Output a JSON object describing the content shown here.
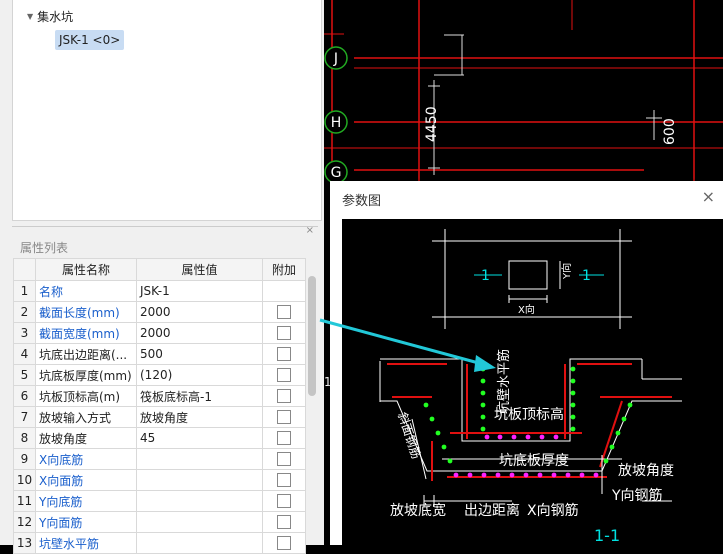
{
  "tree": {
    "root_label": "集水坑",
    "child_label": "JSK-1 <0>"
  },
  "properties": {
    "panel_title": "属性列表",
    "close_glyph": "×",
    "columns": [
      "属性名称",
      "属性值",
      "附加"
    ],
    "rows": [
      {
        "num": "1",
        "name": "名称",
        "value": "JSK-1",
        "blue": true,
        "checkbox": false
      },
      {
        "num": "2",
        "name": "截面长度(mm)",
        "value": "2000",
        "blue": true,
        "checkbox": true
      },
      {
        "num": "3",
        "name": "截面宽度(mm)",
        "value": "2000",
        "blue": true,
        "checkbox": true
      },
      {
        "num": "4",
        "name": "坑底出边距离(...",
        "value": "500",
        "blue": false,
        "checkbox": true
      },
      {
        "num": "5",
        "name": "坑底板厚度(mm)",
        "value": "(120)",
        "blue": false,
        "checkbox": true
      },
      {
        "num": "6",
        "name": "坑板顶标高(m)",
        "value": "筏板底标高-1",
        "blue": false,
        "checkbox": true
      },
      {
        "num": "7",
        "name": "放坡输入方式",
        "value": "放坡角度",
        "blue": false,
        "checkbox": true
      },
      {
        "num": "8",
        "name": "放坡角度",
        "value": "45",
        "blue": false,
        "checkbox": true
      },
      {
        "num": "9",
        "name": "X向底筋",
        "value": "",
        "blue": true,
        "checkbox": true
      },
      {
        "num": "10",
        "name": "X向面筋",
        "value": "",
        "blue": true,
        "checkbox": true
      },
      {
        "num": "11",
        "name": "Y向底筋",
        "value": "",
        "blue": true,
        "checkbox": true
      },
      {
        "num": "12",
        "name": "Y向面筋",
        "value": "",
        "blue": true,
        "checkbox": true
      },
      {
        "num": "13",
        "name": "坑壁水平筋",
        "value": "",
        "blue": true,
        "checkbox": true
      }
    ]
  },
  "cad": {
    "axis_labels": [
      "J",
      "H",
      "G"
    ],
    "dim_4450": "4450",
    "dim_600": "600",
    "stray_digit": "1"
  },
  "popup": {
    "title": "参数图",
    "close_glyph": "×",
    "labels": {
      "left_section": "1",
      "right_section": "1",
      "y_dir": "Y向",
      "x_dir": "X向",
      "wall_rebar": "坑壁水平筋",
      "slope_rebar": "斜面钢筋",
      "top_elev": "坑板顶标高",
      "bottom_thickness": "坑底板厚度",
      "slope_angle": "放坡角度",
      "y_rebar": "Y向钢筋",
      "slope_bottom_width": "放坡底宽",
      "out_distance": "出边距离",
      "x_rebar": "X向钢筋",
      "section_mark": "1-1"
    }
  },
  "colors": {
    "cad_red": "#e01010",
    "cad_green_dot": "#22ff22",
    "cad_magenta_dot": "#ff22ff",
    "cad_cyan": "#00e0e0",
    "arrow_cyan": "#22c8d8",
    "label_blue": "#1a5fcc"
  }
}
